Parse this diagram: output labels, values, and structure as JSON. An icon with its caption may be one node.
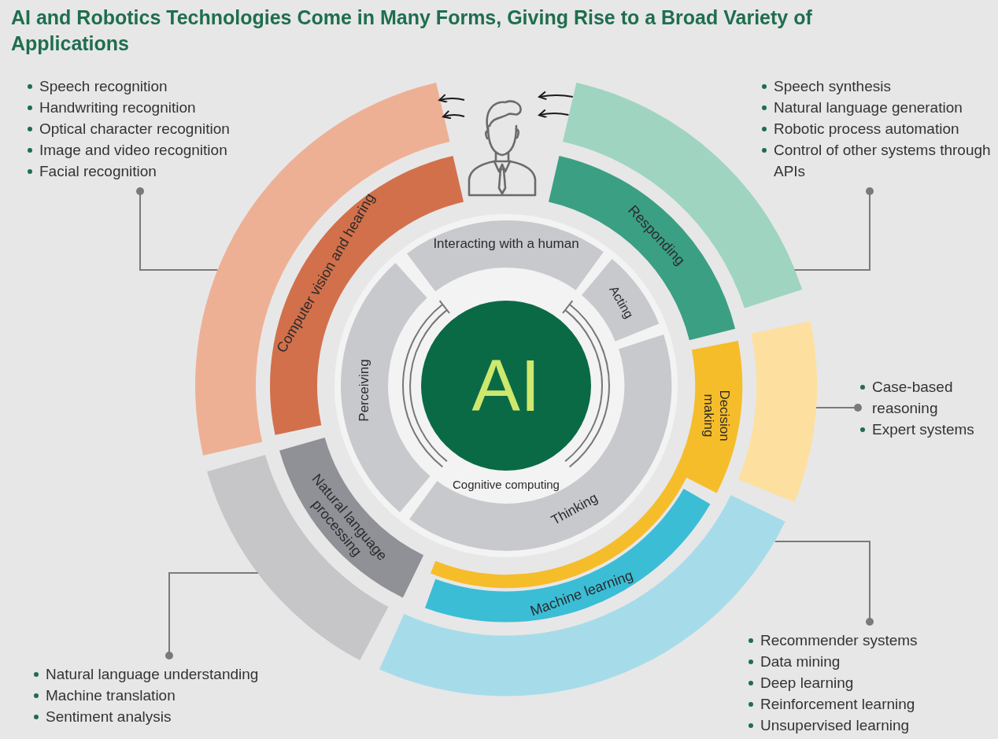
{
  "diagram": {
    "title": "AI and Robotics Technologies Come in Many Forms, Giving Rise to a Broad Variety of Applications",
    "nodes": [
      {
        "text": [
          "AI"
        ]
      },
      {
        "text": [
          "Interacting with a human"
        ]
      },
      {
        "text": [
          "Acting"
        ]
      },
      {
        "text": [
          "Thinking"
        ]
      },
      {
        "text": [
          "Perceiving"
        ]
      },
      {
        "text": [
          "Computer vision and hearing"
        ]
      },
      {
        "text": [
          "Responding"
        ]
      },
      {
        "text": [
          "Decision making"
        ]
      },
      {
        "text": [
          "Machine learning"
        ]
      },
      {
        "text": [
          "Natural language processing"
        ]
      },
      {
        "text": [],
        "shape": "band"
      },
      {
        "text": [],
        "shape": "band"
      },
      {
        "text": [],
        "shape": "band"
      },
      {
        "text": [],
        "shape": "band"
      },
      {
        "text": [],
        "shape": "band"
      },
      {
        "text": [
          "Speech recognition",
          "Handwriting recognition",
          "Optical character recognition",
          "Image and video recognition",
          "Facial recognition"
        ]
      },
      {
        "text": [
          "Speech synthesis",
          "Natural language generation",
          "Robotic process automation",
          "Control of other systems through APIs"
        ]
      },
      {
        "text": [
          "Case-based reasoning",
          "Expert systems"
        ]
      },
      {
        "text": [
          "Recommender systems",
          "Data mining",
          "Deep learning",
          "Reinforcement learning",
          "Unsupervised learning"
        ]
      },
      {
        "text": [
          "Natural language understanding",
          "Machine translation",
          "Sentiment analysis"
        ]
      },
      {
        "text": [],
        "shape": "person"
      }
    ],
    "edges": [
      {
        "from": 20,
        "to": 10,
        "arrow": "to",
        "color": "#1a1a1a"
      },
      {
        "from": 20,
        "to": 10,
        "arrow": "to",
        "color": "#1a1a1a"
      },
      {
        "from": 11,
        "to": 20,
        "arrow": "to",
        "color": "#1a1a1a"
      },
      {
        "from": 11,
        "to": 20,
        "arrow": "to",
        "color": "#1a1a1a"
      },
      {
        "from": 15,
        "to": 10,
        "arrow": "other"
      },
      {
        "from": 16,
        "to": 11,
        "arrow": "other"
      },
      {
        "from": 17,
        "to": 12,
        "arrow": "other"
      },
      {
        "from": 18,
        "to": 13,
        "arrow": "other"
      },
      {
        "from": 19,
        "to": 14,
        "arrow": "other"
      }
    ],
    "labels": [
      "Cognitive computing"
    ]
  }
}
